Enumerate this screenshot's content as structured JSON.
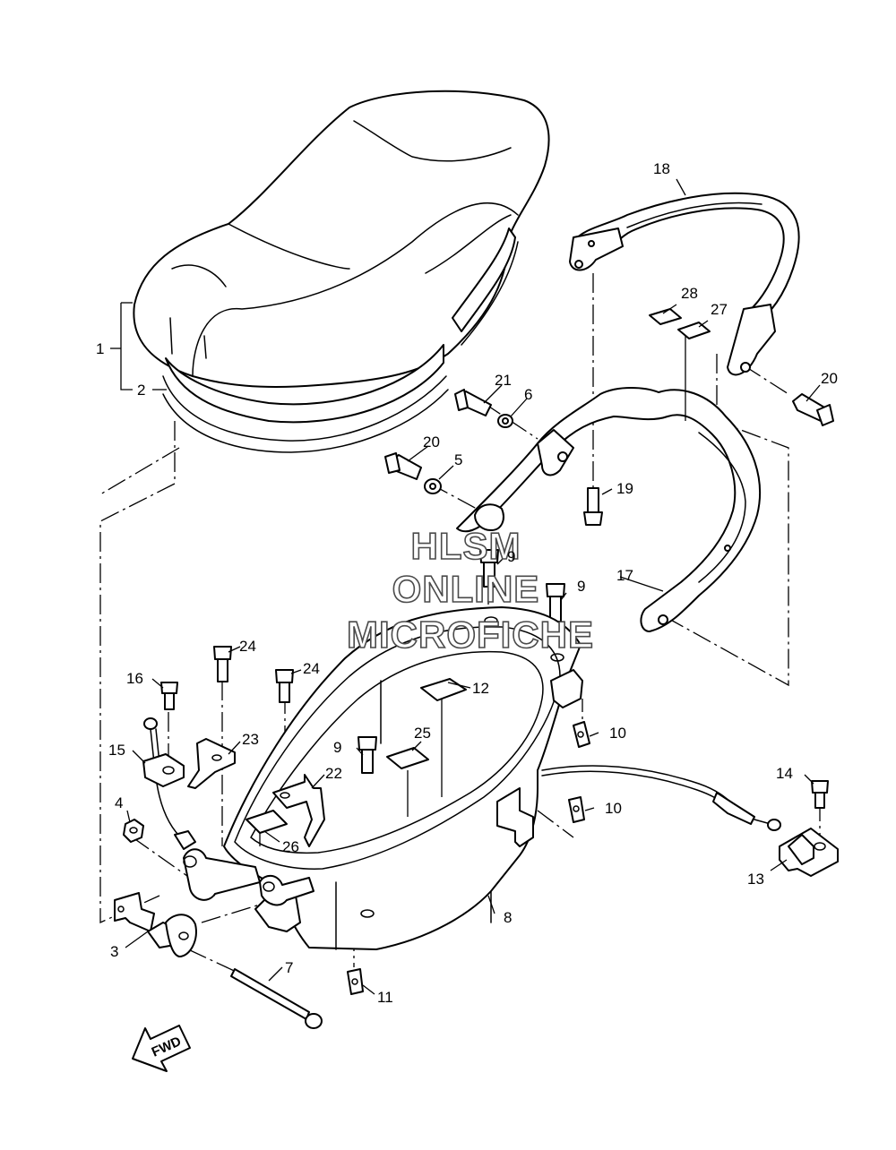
{
  "watermark": {
    "line1": "HLSM",
    "line2": "ONLINE",
    "line3": "MICROFICHE"
  },
  "direction_arrow": {
    "label": "FWD"
  },
  "callouts": {
    "c1": "1",
    "c2": "2",
    "c3": "3",
    "c4": "4",
    "c5": "5",
    "c6": "6",
    "c7": "7",
    "c8": "8",
    "c9a": "9",
    "c9b": "9",
    "c9c": "9",
    "c10a": "10",
    "c10b": "10",
    "c11": "11",
    "c12": "12",
    "c13": "13",
    "c14": "14",
    "c15": "15",
    "c16": "16",
    "c17": "17",
    "c18": "18",
    "c19": "19",
    "c20a": "20",
    "c20b": "20",
    "c21": "21",
    "c22": "22",
    "c23": "23",
    "c24a": "24",
    "c24b": "24",
    "c25": "25",
    "c26": "26",
    "c27": "27",
    "c28": "28"
  }
}
